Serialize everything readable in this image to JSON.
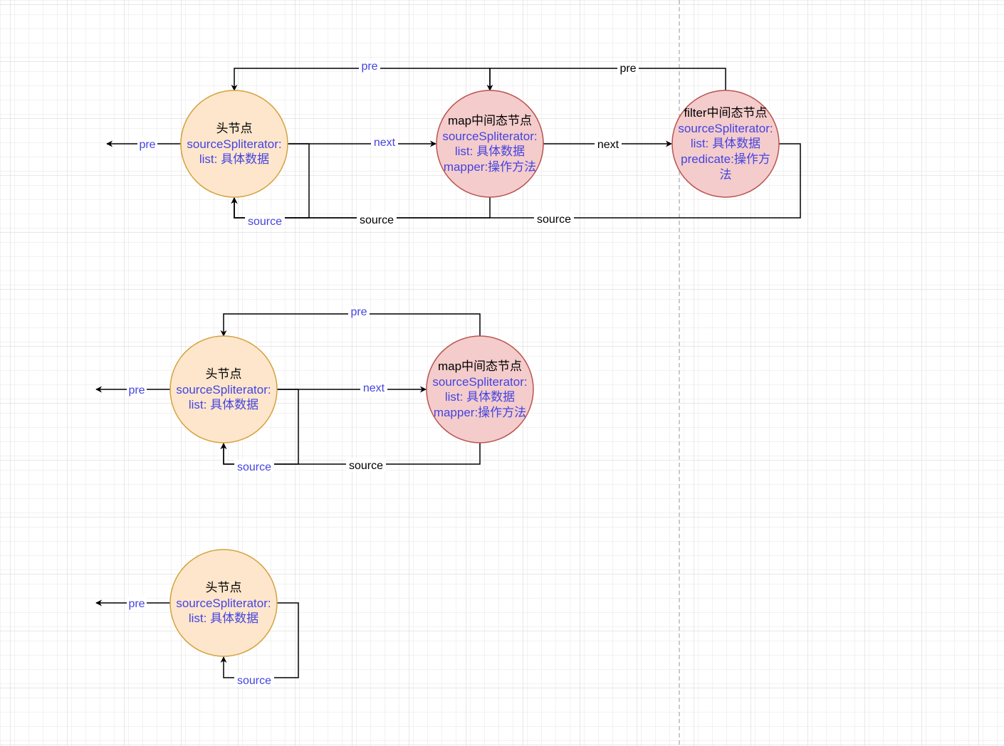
{
  "colors": {
    "grid": "#dedede",
    "divider": "#b8b8b8",
    "edge": "#000000",
    "label_blue": "#4444e0",
    "label_black": "#000000",
    "head_fill": "#fde6cc",
    "head_stroke": "#d4a23c",
    "mid_fill": "#f4cccc",
    "mid_stroke": "#b85450"
  },
  "diagram1": {
    "head": {
      "title": "头节点",
      "lines": [
        "sourceSpliterator:",
        "list: 具体数据"
      ]
    },
    "map": {
      "title": "map中间态节点",
      "lines": [
        "sourceSpliterator:",
        "list: 具体数据",
        "mapper:操作方法"
      ]
    },
    "filter": {
      "title": "filter中间态节点",
      "lines": [
        "sourceSpliterator:",
        "list: 具体数据",
        "predicate:操作方",
        "法"
      ]
    },
    "edges": {
      "pre_left": "pre",
      "pre_top_map": "pre",
      "pre_top_filter": "pre",
      "next_head_map": "next",
      "next_map_filter": "next",
      "source_head_self": "source",
      "source_map": "source",
      "source_filter": "source"
    }
  },
  "diagram2": {
    "head": {
      "title": "头节点",
      "lines": [
        "sourceSpliterator:",
        "list: 具体数据"
      ]
    },
    "map": {
      "title": "map中间态节点",
      "lines": [
        "sourceSpliterator:",
        "list: 具体数据",
        "mapper:操作方法"
      ]
    },
    "edges": {
      "pre_left": "pre",
      "pre_top": "pre",
      "next": "next",
      "source_head_self": "source",
      "source_map": "source"
    }
  },
  "diagram3": {
    "head": {
      "title": "头节点",
      "lines": [
        "sourceSpliterator:",
        "list: 具体数据"
      ]
    },
    "edges": {
      "pre_left": "pre",
      "source_self": "source"
    }
  }
}
